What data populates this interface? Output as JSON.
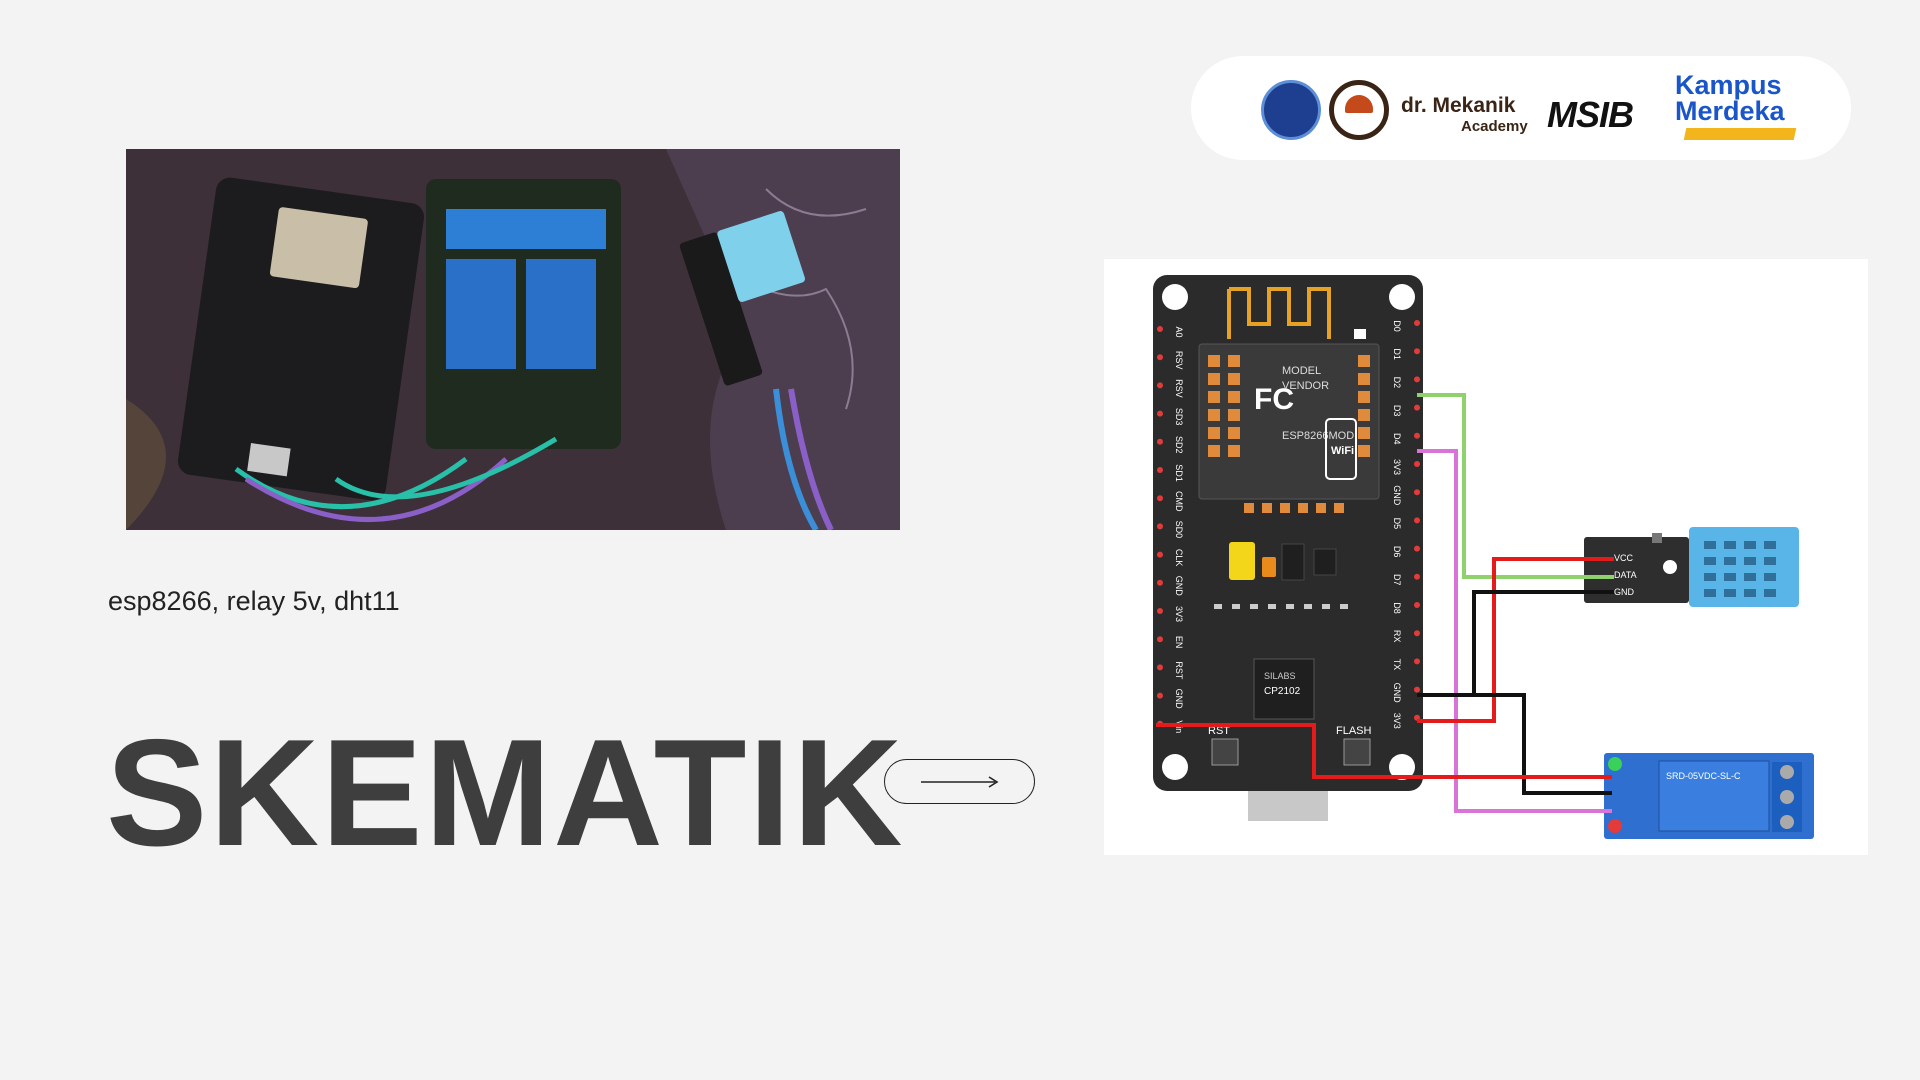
{
  "logos": {
    "drm_name": "dr. Mekanik",
    "drm_sub": "Academy",
    "msib": "MSIB",
    "kampus_line1": "Kampus",
    "kampus_line2": "Merdeka"
  },
  "caption": "esp8266, relay 5v, dht11",
  "title": "SKEMATIK",
  "schematic": {
    "esp_pins_left": [
      "A0",
      "RSV",
      "RSV",
      "SD3",
      "SD2",
      "SD1",
      "CMD",
      "SD0",
      "CLK",
      "GND",
      "3V3",
      "EN",
      "RST",
      "GND",
      "Vin"
    ],
    "esp_pins_right": [
      "D0",
      "D1",
      "D2",
      "D3",
      "D4",
      "3V3",
      "GND",
      "D5",
      "D6",
      "D7",
      "D8",
      "RX",
      "TX",
      "GND",
      "3V3"
    ],
    "dht_pins": [
      "VCC",
      "DATA",
      "GND"
    ],
    "rst_label": "RST",
    "flash_label": "FLASH",
    "chip_label": "CP2102",
    "silabs_label": "SILABS",
    "module_model": "MODEL",
    "module_vendor": "VENDOR",
    "module_name": "ESP8266MOD",
    "wifi_label": "WiFi",
    "fc_label": "FC",
    "relay_label": "SRD-05VDC-SL-C"
  },
  "colors": {
    "title": "#3e3e3e",
    "wire_red": "#e31b1b",
    "wire_green": "#8fd16d",
    "wire_black": "#111111",
    "wire_pink": "#d873d8",
    "board": "#2b2b2b",
    "relay_blue": "#2f6fcf",
    "dht_blue": "#59b4e8"
  }
}
